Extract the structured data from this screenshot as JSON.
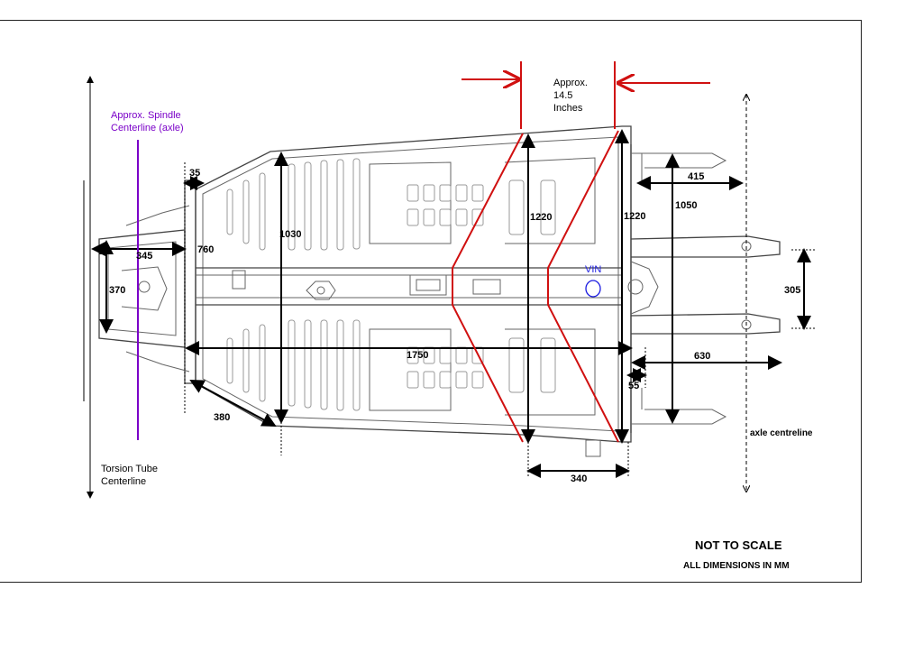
{
  "annotations": {
    "spindle": [
      "Approx. Spindle",
      "Centerline (axle)"
    ],
    "torsion": [
      "Torsion Tube",
      "Centerline"
    ],
    "approx_width": [
      "Approx.",
      "14.5",
      "Inches"
    ],
    "vin": "VIN",
    "axle_centreline": "axle centreline",
    "not_to_scale": "NOT TO SCALE",
    "units_note": "ALL DIMENSIONS IN MM"
  },
  "dimensions": {
    "d35": "35",
    "d345": "345",
    "d760": "760",
    "d370": "370",
    "d1030": "1030",
    "d380": "380",
    "d1750": "1750",
    "d1220_left": "1220",
    "d1220_right": "1220",
    "d340": "340",
    "d415": "415",
    "d1050": "1050",
    "d305": "305",
    "d630": "630",
    "d55": "55"
  },
  "colors": {
    "red_marking": "#d01010",
    "purple_marking": "#7a00c8",
    "blue_marking": "#1a1ae0",
    "chassis_line": "#666666"
  }
}
